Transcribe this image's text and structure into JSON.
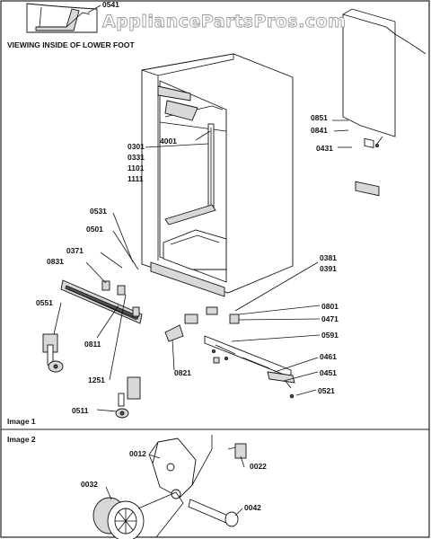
{
  "watermark": "AppliancePartsPros.com",
  "captions": {
    "lower_foot": "VIEWING INSIDE OF LOWER FOOT",
    "image1": "Image 1",
    "image2": "Image 2"
  },
  "callouts": {
    "p0541": "0541",
    "p0851": "0851",
    "p0841": "0841",
    "p0431": "0431",
    "p4001": "4001",
    "p0301": "0301",
    "p0331": "0331",
    "p1101": "1101",
    "p1111": "1111",
    "p0531": "0531",
    "p0501": "0501",
    "p0371": "0371",
    "p0831": "0831",
    "p0381": "0381",
    "p0391": "0391",
    "p0551": "0551",
    "p0801": "0801",
    "p0471": "0471",
    "p0591": "0591",
    "p0811": "0811",
    "p0821": "0821",
    "p0461": "0461",
    "p0451": "0451",
    "p1251": "1251",
    "p0521": "0521",
    "p0511": "0511",
    "p0012": "0012",
    "p0022": "0022",
    "p0032": "0032",
    "p0042": "0042"
  }
}
